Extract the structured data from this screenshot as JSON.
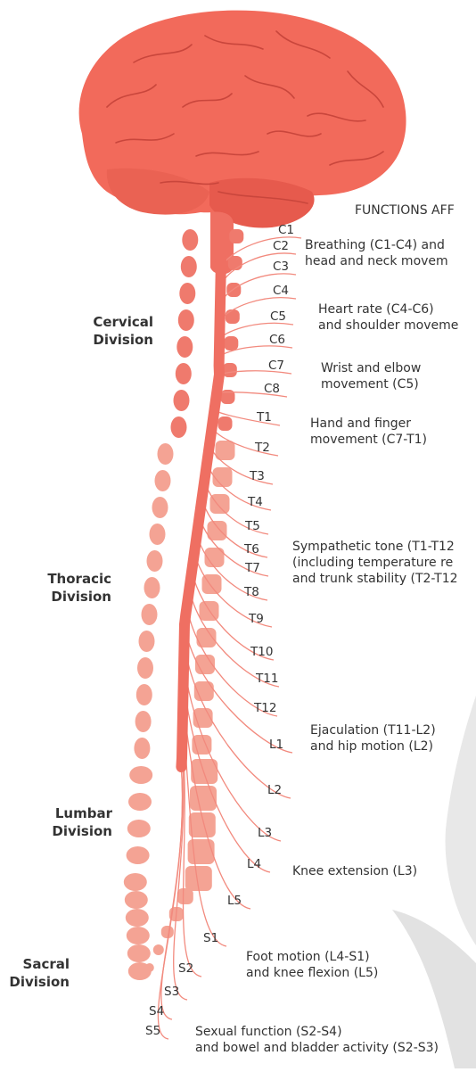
{
  "heading": "FUNCTIONS AFF",
  "divisions": [
    {
      "name": "Cervical\nDivision"
    },
    {
      "name": "Thoracic\nDivision"
    },
    {
      "name": "Lumbar\nDivision"
    },
    {
      "name": "Sacral\nDivision"
    }
  ],
  "segments": [
    "C1",
    "C2",
    "C3",
    "C4",
    "C5",
    "C6",
    "C7",
    "C8",
    "T1",
    "T2",
    "T3",
    "T4",
    "T5",
    "T6",
    "T7",
    "T8",
    "T9",
    "T10",
    "T11",
    "T12",
    "L1",
    "L2",
    "L3",
    "L4",
    "L5",
    "S1",
    "S2",
    "S3",
    "S4",
    "S5"
  ],
  "functions": [
    "Breathing (C1-C4) and\nhead and neck movem",
    "Heart rate (C4-C6)\nand shoulder moveme",
    "Wrist and elbow\nmovement (C5)",
    "Hand and finger\nmovement (C7-T1)",
    "Sympathetic tone (T1-T12\n(including temperature re\nand trunk stability (T2-T12",
    "Ejaculation (T11-L2)\nand hip motion (L2)",
    "Knee extension (L3)",
    "Foot motion (L4-S1)\nand knee flexion (L5)",
    "Sexual function (S2-S4)\nand bowel and bladder activity (S2-S3)"
  ],
  "colors": {
    "brain": "#f26a5b",
    "brain_fold": "#c9463c",
    "cord": "#ef6f62",
    "vertebra_cervical": "#ef7a6d",
    "vertebra_lower": "#f4a394",
    "nerve": "#f28a7e",
    "background_shape": "#e6e6e6"
  }
}
